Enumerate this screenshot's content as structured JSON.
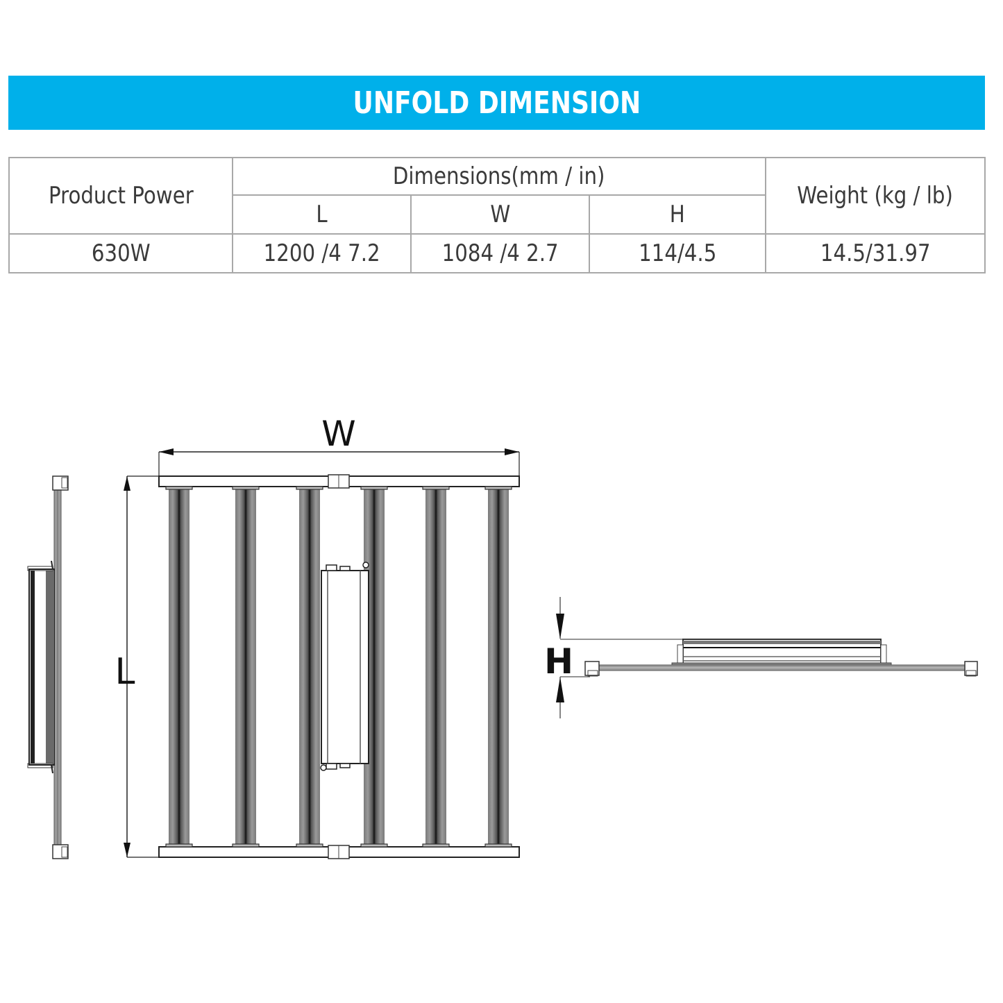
{
  "header": {
    "title": "UNFOLD DIMENSION",
    "color": "#00b0ea"
  },
  "table": {
    "headers": {
      "product_power": "Product Power",
      "dimensions": "Dimensions(mm / in)",
      "sub": [
        "L",
        "W",
        "H"
      ],
      "weight": "Weight (kg / lb)"
    },
    "rows": [
      {
        "power": "630W",
        "L": "1200 /4 7.2",
        "W": "1084 /4 2.7",
        "H": "114/4.5",
        "weight": "14.5/31.97"
      }
    ]
  },
  "diagram": {
    "labels": {
      "width": "W",
      "length": "L",
      "height": "H"
    },
    "bar_count": 6
  }
}
